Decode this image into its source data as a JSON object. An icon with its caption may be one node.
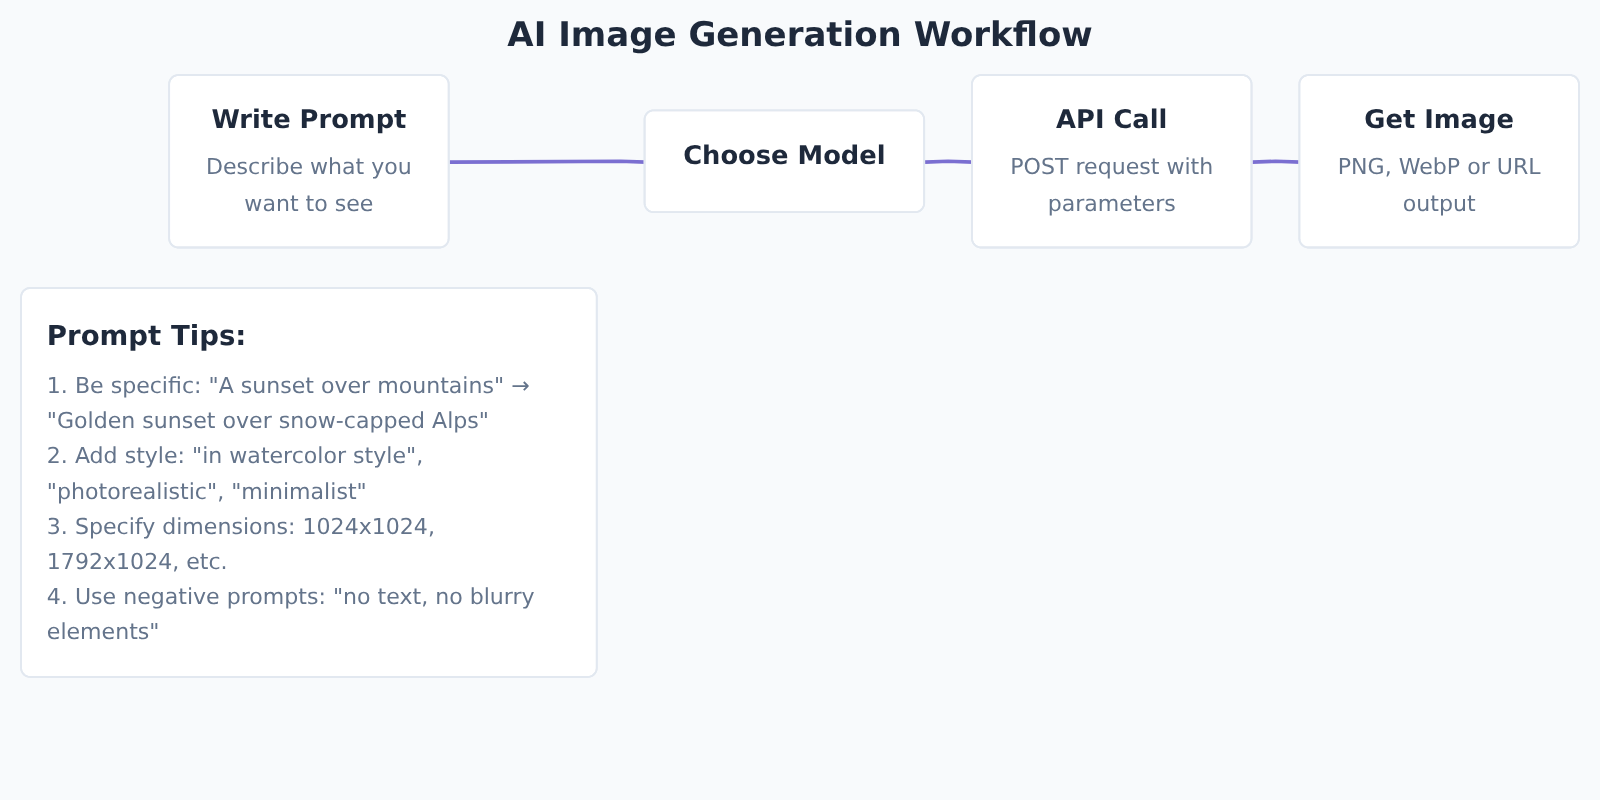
{
  "diagram": {
    "title": "AI Image Generation Workflow",
    "nodes": [
      {
        "text": [
          "Write Prompt",
          "Describe what you want to see"
        ]
      },
      {
        "text": [
          "Choose Model"
        ]
      },
      {
        "text": [
          "API Call",
          "POST request with parameters"
        ]
      },
      {
        "text": [
          "Get Image",
          "PNG, WebP or URL output"
        ]
      },
      {
        "text": [
          "Prompt Tips:",
          "1. Be specific: \"A sunset over mountains\" → \"Golden sunset over snow-capped Alps\"",
          "2. Add style: \"in watercolor style\", \"photorealistic\", \"minimalist\"",
          "3. Specify dimensions: 1024x1024, 1792x1024, etc.",
          "4. Use negative prompts: \"no text, no blurry elements\""
        ]
      }
    ],
    "edges": [
      {
        "from": 0,
        "to": 1,
        "arrow": "none"
      },
      {
        "from": 1,
        "to": 2,
        "arrow": "none"
      },
      {
        "from": 2,
        "to": 3,
        "arrow": "none"
      }
    ]
  }
}
